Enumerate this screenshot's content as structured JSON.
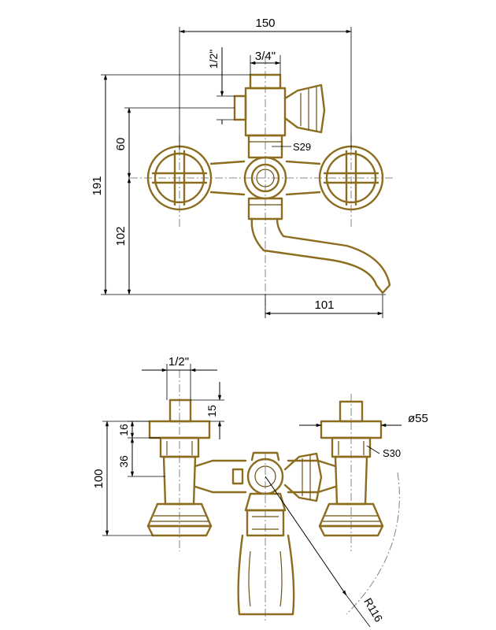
{
  "colors": {
    "outline": "#8c6d1f",
    "outline_dark": "#6b5214",
    "fill": "#ffffff",
    "line": "#000000",
    "background": "#ffffff"
  },
  "top_view": {
    "dim_total_width": "150",
    "dim_inlet_thread": "3/4\"",
    "dim_outlet_thread": "1/2\"",
    "dim_total_height": "191",
    "dim_upper": "60",
    "dim_lower": "102",
    "dim_spout": "101",
    "label_hex": "S29"
  },
  "front_view": {
    "dim_thread": "1/2\"",
    "dim_thread_len": "15",
    "dim_flange": "16",
    "dim_nut": "36",
    "dim_height": "100",
    "dim_diameter": "ø55",
    "label_hex": "S30",
    "label_radius": "R116"
  }
}
